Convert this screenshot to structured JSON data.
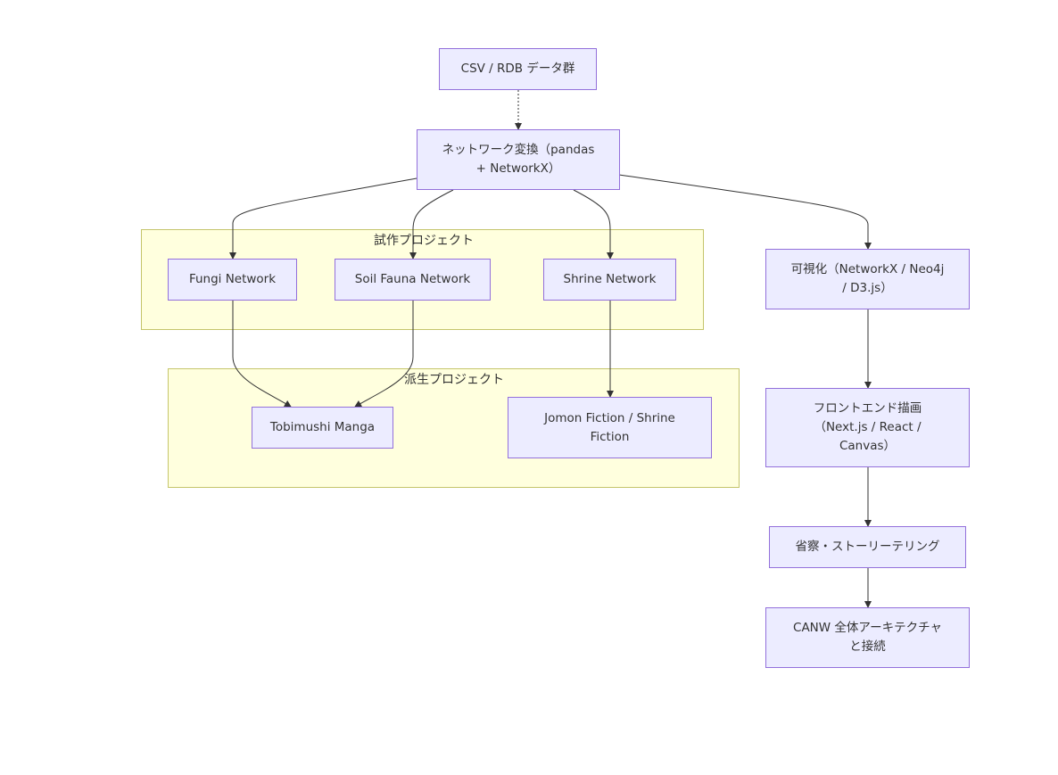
{
  "clusters": {
    "prototype": "試作プロジェクト",
    "derived": "派生プロジェクト"
  },
  "nodes": {
    "csv": [
      "CSV / RDB データ群"
    ],
    "convert": [
      "ネットワーク変換（pandas",
      "+ NetworkX）"
    ],
    "fungi": [
      "Fungi Network"
    ],
    "soil": [
      "Soil Fauna Network"
    ],
    "shrine": [
      "Shrine Network"
    ],
    "tobimushi": [
      "Tobimushi Manga"
    ],
    "jomon": [
      "Jomon Fiction / Shrine",
      "Fiction"
    ],
    "visual": [
      "可視化（NetworkX / Neo4j",
      "/ D3.js）"
    ],
    "frontend": [
      "フロントエンド描画",
      "（Next.js / React /",
      "Canvas）"
    ],
    "insight": [
      "省察・ストーリーテリング"
    ],
    "canw": [
      "CANW 全体アーキテクチャ",
      "と接続"
    ]
  },
  "colors": {
    "node_fill": "#ececff",
    "node_border": "#9370db",
    "cluster_fill": "#ffffde",
    "cluster_border": "#c5c56b",
    "edge": "#333333"
  }
}
